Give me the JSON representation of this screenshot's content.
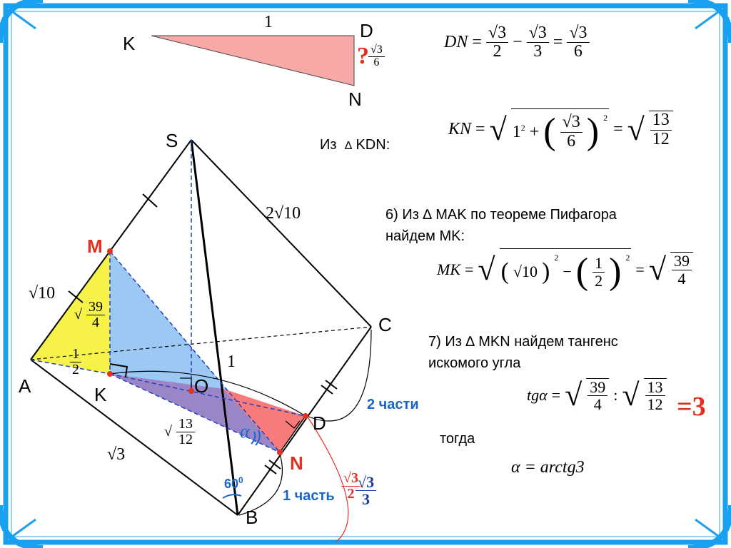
{
  "points": {
    "K_top": "K",
    "D_top": "D",
    "N_top": "N",
    "S": "S",
    "M": "M",
    "A": "A",
    "K": "K",
    "O": "O",
    "C": "C",
    "D": "D",
    "N": "N",
    "B": "B"
  },
  "small_triangle": {
    "side_kd": "1",
    "question": "?",
    "dn_num": "√3",
    "dn_den": "6"
  },
  "solid_labels": {
    "sc_edge": "2√10",
    "am_edge": "√10",
    "ab_edge": "√3",
    "mk_num": "39",
    "mk_den": "4",
    "kn_num": "13",
    "kn_den": "12",
    "half_num": "1",
    "half_den": "2",
    "kd_mid": "1",
    "alpha": "α",
    "angle": "60",
    "angle_sup": "0",
    "two_parts": "2 части",
    "one_part": "1 часть",
    "bn_num_a": "√3",
    "bn_den_a": "2",
    "bn_num_b": "√3",
    "bn_den_b": "3"
  },
  "eq_dn": {
    "lhs": "DN",
    "eq": "=",
    "t1_num": "√3",
    "t1_den": "2",
    "minus": "−",
    "t2_num": "√3",
    "t2_den": "3",
    "eq2": "=",
    "r_num": "√3",
    "r_den": "6"
  },
  "step_kdn": {
    "label": "Из",
    "delta": "∆",
    "name": "KDN:"
  },
  "eq_kn": {
    "lhs": "KN",
    "eq": "=",
    "one": "1",
    "sq": "2",
    "plus": "+",
    "f_num": "√3",
    "f_den": "6",
    "fsq": "2",
    "eq2": "=",
    "r_num": "13",
    "r_den": "12"
  },
  "step6": {
    "line1": "6) Из  ∆ MAK  по теореме Пифагора",
    "line2": "найдем MK:"
  },
  "eq_mk": {
    "lhs": "MK",
    "eq": "=",
    "a": "√10",
    "asq": "2",
    "minus": "−",
    "f_num": "1",
    "f_den": "2",
    "fsq": "2",
    "eq2": "=",
    "r_num": "39",
    "r_den": "4"
  },
  "step7": {
    "line1": "7) Из  ∆ MKN  найдем тангенс",
    "line2": "искомого угла"
  },
  "eq_tg": {
    "lhs": "tgα",
    "eq": "=",
    "a_num": "39",
    "a_den": "4",
    "colon": ":",
    "b_num": "13",
    "b_den": "12",
    "result": "=3"
  },
  "then": {
    "label": "тогда",
    "eq": "α = arctg3"
  }
}
